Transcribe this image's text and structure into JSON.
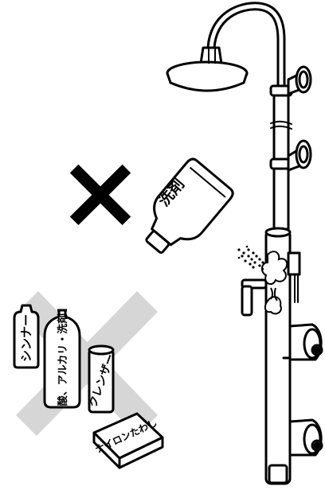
{
  "illustration": {
    "prohibited_mark": "×",
    "bottle_label": "洗剤",
    "items": {
      "thinner": "シンナー",
      "acid_alkali": "酸、アルカリ・洗剤",
      "cleanser": "クレンザー",
      "nylon_scrubber": "ナイロンたわし"
    }
  },
  "colors": {
    "ink": "#000000",
    "prohibition_band": "#d6d6d6",
    "background": "#ffffff"
  }
}
